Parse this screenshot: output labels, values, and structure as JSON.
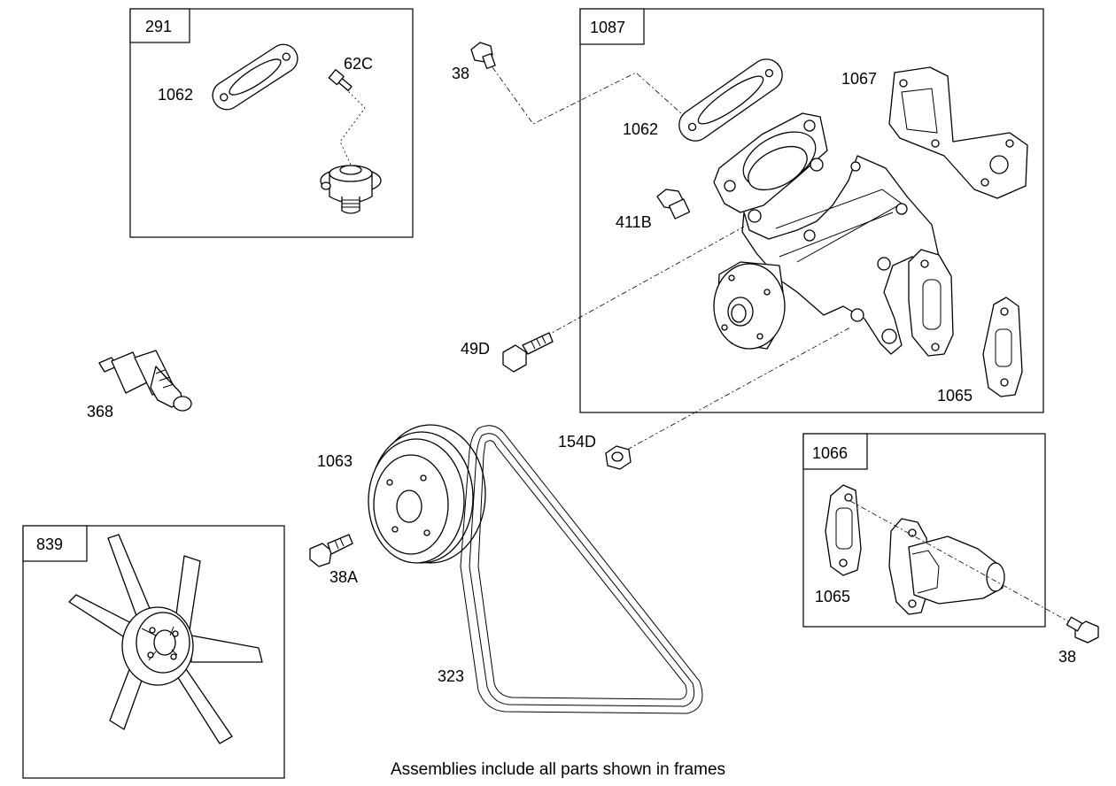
{
  "frames": {
    "thermostat": {
      "tag": "291"
    },
    "water_pump": {
      "tag": "1087"
    },
    "outlet_housing": {
      "tag": "1066"
    },
    "fan": {
      "tag": "839"
    }
  },
  "labels": {
    "gasket_thermostat": "1062",
    "screw_62c": "62C",
    "bolt_38_top": "38",
    "gasket_pump_top": "1062",
    "gasket_1067": "1067",
    "plug_411b": "411B",
    "bolt_49d": "49D",
    "gasket_1065_pump": "1065",
    "sender_368": "368",
    "pulley_1063": "1063",
    "nut_154d": "154D",
    "bolt_38a": "38A",
    "belt_323": "323",
    "gasket_1065_outlet": "1065",
    "bolt_38_bottom": "38"
  },
  "caption": "Assemblies include all parts shown in frames"
}
